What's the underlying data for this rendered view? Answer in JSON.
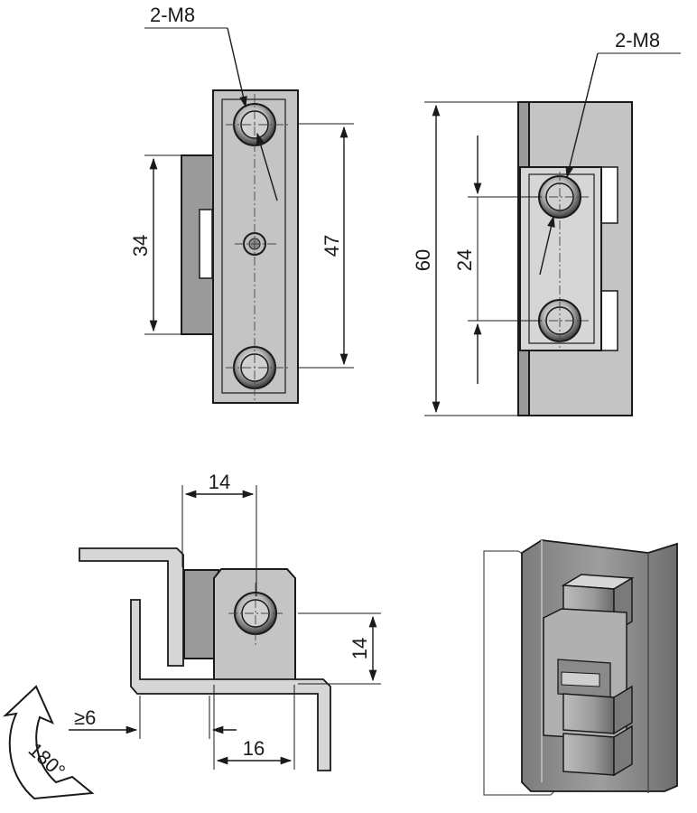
{
  "drawing": {
    "front_view": {
      "callout": "2-M8",
      "dim_left": "34",
      "dim_right": "47"
    },
    "side_view": {
      "callout": "2-M8",
      "dim_outer": "60",
      "dim_inner": "24"
    },
    "top_view": {
      "dim_width": "14",
      "dim_height": "14",
      "dim_gap": "≥6",
      "dim_offset": "16",
      "rotation": "180°"
    }
  },
  "colors": {
    "line": "#1a1a1a",
    "metal": "#c4c4c4",
    "metal_dark": "#9a9a9a",
    "iso_metal": "#8c8c8c"
  }
}
